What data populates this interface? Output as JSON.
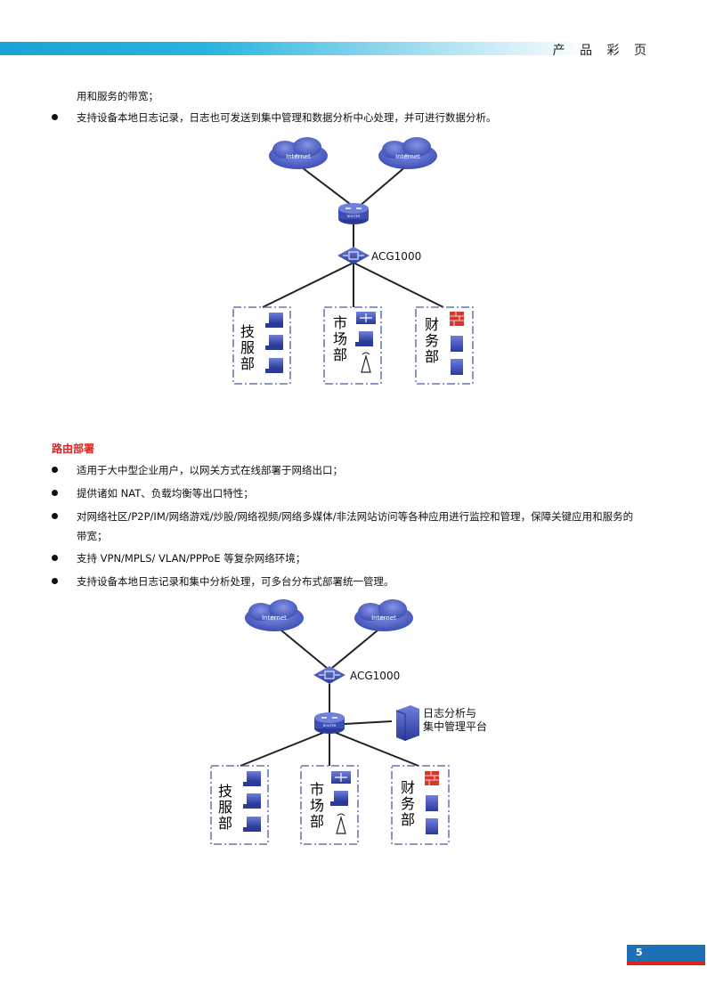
{
  "header": {
    "title": "产 品 彩 页"
  },
  "top_text": {
    "continuation": "用和服务的带宽；",
    "bullet": "支持设备本地日志记录，日志也可发送到集中管理和数据分析中心处理，并可进行数据分析。"
  },
  "diagram1": {
    "cloud_left": "Internet",
    "cloud_right": "Internet",
    "router_label": "ROUTER",
    "device_label": "ACG1000",
    "dept1": [
      "技",
      "服",
      "部"
    ],
    "dept2": [
      "市",
      "场",
      "部"
    ],
    "dept3": [
      "财",
      "务",
      "部"
    ]
  },
  "section": {
    "title": "路由部署",
    "bullets": [
      "适用于大中型企业用户，以网关方式在线部署于网络出口；",
      "提供诸如 NAT、负载均衡等出口特性；",
      "对网络社区/P2P/IM/网络游戏/炒股/网络视频/网络多媒体/非法网站访问等各种应用进行监控和管理，保障关键应用和服务的",
      "支持 VPN/MPLS/ VLAN/PPPoE 等复杂网络环境；",
      "支持设备本地日志记录和集中分析处理，可多台分布式部署统一管理。"
    ],
    "bullet3_cont": "带宽；"
  },
  "diagram2": {
    "cloud_left": "Internet",
    "cloud_right": "Internet",
    "device_label": "ACG1000",
    "router_label": "ROUTER",
    "server_label_1": "日志分析与",
    "server_label_2": "集中管理平台",
    "dept1": [
      "技",
      "服",
      "部"
    ],
    "dept2": [
      "市",
      "场",
      "部"
    ],
    "dept3": [
      "财",
      "务",
      "部"
    ]
  },
  "footer": {
    "page_number": "5"
  },
  "colors": {
    "accent_blue": "#1aa3d4",
    "section_red": "#e0201c",
    "device_blue": "#3f4fb8",
    "firewall_red": "#d33a2c"
  }
}
